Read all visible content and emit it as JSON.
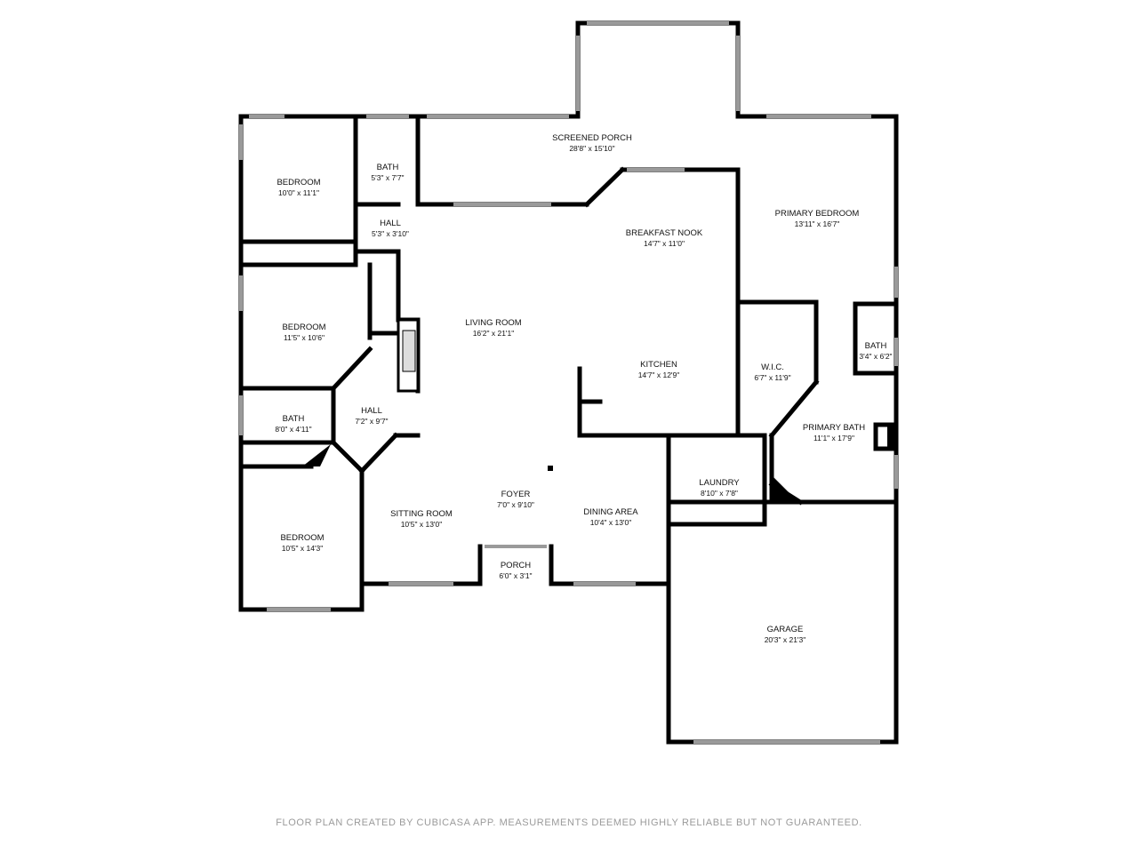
{
  "rooms": {
    "screened_porch": {
      "name": "SCREENED PORCH",
      "dim": "28'8\" x 15'10\""
    },
    "bedroom_1": {
      "name": "BEDROOM",
      "dim": "10'0\" x 11'1\""
    },
    "bath_1": {
      "name": "BATH",
      "dim": "5'3\" x 7'7\""
    },
    "hall_1": {
      "name": "HALL",
      "dim": "5'3\" x 3'10\""
    },
    "primary_bedroom": {
      "name": "PRIMARY BEDROOM",
      "dim": "13'11\" x 16'7\""
    },
    "breakfast_nook": {
      "name": "BREAKFAST NOOK",
      "dim": "14'7\" x 11'0\""
    },
    "bedroom_2": {
      "name": "BEDROOM",
      "dim": "11'5\" x 10'6\""
    },
    "living_room": {
      "name": "LIVING ROOM",
      "dim": "16'2\" x 21'1\""
    },
    "bath_2": {
      "name": "BATH",
      "dim": "3'4\" x 6'2\""
    },
    "wic": {
      "name": "W.I.C.",
      "dim": "6'7\" x 11'9\""
    },
    "kitchen": {
      "name": "KITCHEN",
      "dim": "14'7\" x 12'9\""
    },
    "hall_2": {
      "name": "HALL",
      "dim": "7'2\" x 9'7\""
    },
    "bath_3": {
      "name": "BATH",
      "dim": "8'0\" x 4'11\""
    },
    "primary_bath": {
      "name": "PRIMARY BATH",
      "dim": "11'1\" x 17'9\""
    },
    "laundry": {
      "name": "LAUNDRY",
      "dim": "8'10\" x 7'8\""
    },
    "foyer": {
      "name": "FOYER",
      "dim": "7'0\" x 9'10\""
    },
    "sitting_room": {
      "name": "SITTING ROOM",
      "dim": "10'5\" x 13'0\""
    },
    "dining_area": {
      "name": "DINING AREA",
      "dim": "10'4\" x 13'0\""
    },
    "bedroom_3": {
      "name": "BEDROOM",
      "dim": "10'5\" x 14'3\""
    },
    "porch": {
      "name": "PORCH",
      "dim": "6'0\" x 3'1\""
    },
    "garage": {
      "name": "GARAGE",
      "dim": "20'3\" x 21'3\""
    }
  },
  "footer": "FLOOR PLAN CREATED BY CUBICASA APP. MEASUREMENTS DEEMED HIGHLY RELIABLE BUT NOT GUARANTEED.",
  "colors": {
    "wall": "#000000",
    "window": "#9a9a9a",
    "background": "#ffffff",
    "footer_text": "#9a9a9a"
  }
}
